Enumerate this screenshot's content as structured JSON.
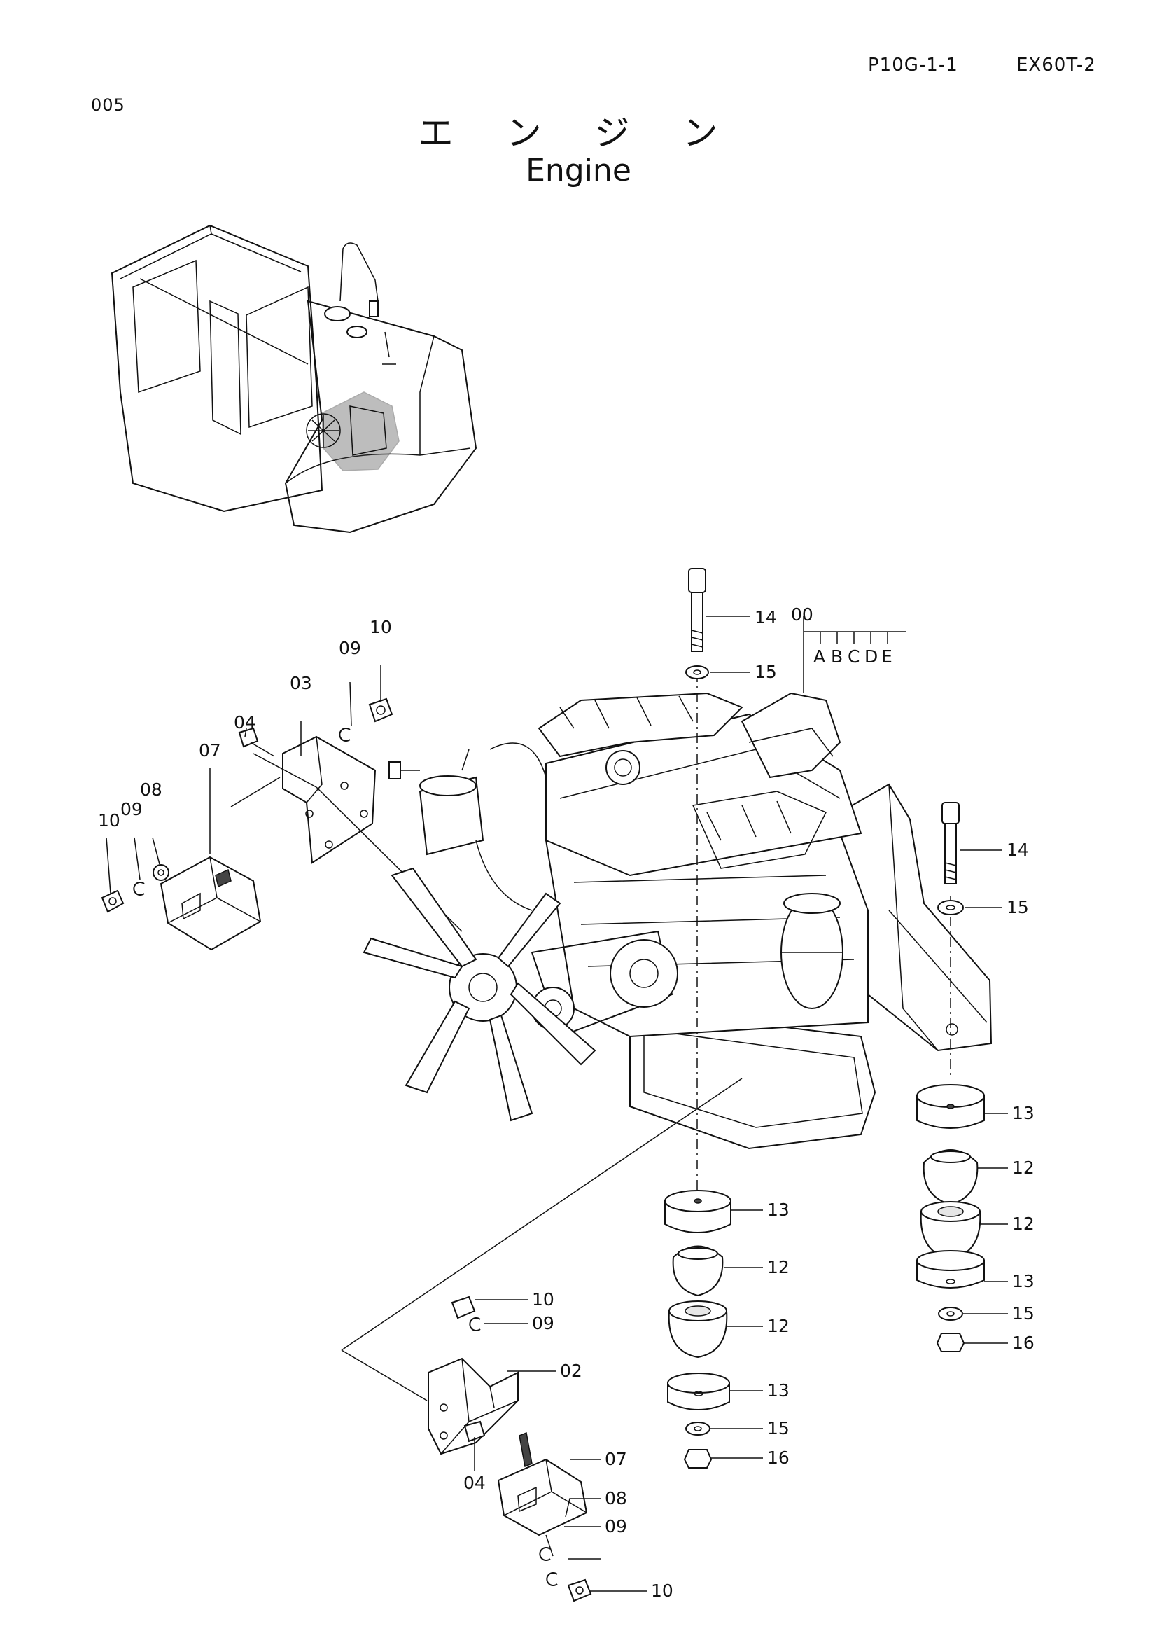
{
  "header": {
    "page_code": "P10G-1-1",
    "model": "EX60T-2",
    "page_number": "005"
  },
  "title": {
    "japanese": "エ ン ジ ン",
    "english": "Engine"
  },
  "callouts": {
    "c14a": "14",
    "c00": "00",
    "c15a": "15",
    "vA": "A",
    "vB": "B",
    "vC": "C",
    "vD": "D",
    "vE": "E",
    "c10a": "10",
    "c09a": "09",
    "c03": "03",
    "c04a": "04",
    "c07a": "07",
    "c08a": "08",
    "c10b": "10",
    "c09b": "09",
    "c14b": "14",
    "c15b": "15",
    "c13a": "13",
    "c12a": "12",
    "c12b": "12",
    "c13b": "13",
    "c15c": "15",
    "c16a": "16",
    "c13c": "13",
    "c12c": "12",
    "c12d": "12",
    "c13d": "13",
    "c15d": "15",
    "c16b": "16",
    "c10c": "10",
    "c09c": "09",
    "c02": "02",
    "c07b": "07",
    "c04b": "04",
    "c08b": "08",
    "c09d": "09",
    "c10d": "10"
  },
  "icons": [
    "excavator-locator-icon",
    "engine-assembly-icon",
    "mount-bracket-icon",
    "rubber-mount-icon"
  ]
}
